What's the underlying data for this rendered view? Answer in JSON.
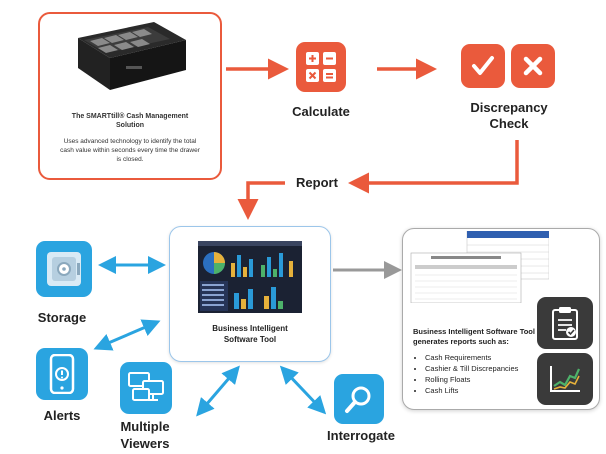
{
  "product": {
    "title": "The SMARTtill® Cash Management Solution",
    "description": "Uses advanced technology to identify the total cash value within seconds every time the drawer is closed."
  },
  "steps": {
    "calculate": "Calculate",
    "discrepancy_check": "Discrepancy Check",
    "report": "Report"
  },
  "hub": {
    "title": "Business Intelligent Software Tool"
  },
  "satellites": {
    "storage": "Storage",
    "alerts": "Alerts",
    "multiple_viewers": "Multiple Viewers",
    "interrogate": "Interrogate"
  },
  "reports": {
    "intro": "Business Intelligent Software Tool generates reports such as:",
    "items": [
      "Cash Requirements",
      "Cashier & Till Discrepancies",
      "Rolling Floats",
      "Cash Lifts"
    ]
  },
  "colors": {
    "accent_orange": "#ea5a3c",
    "accent_blue": "#2aa4e0",
    "connector_gray": "#999999"
  },
  "icons": {
    "cash_drawer": "cash-drawer-icon",
    "calculator": "calculator-icon",
    "check": "check-icon",
    "cross": "cross-icon",
    "safe": "safe-icon",
    "phone_alert": "phone-alert-icon",
    "monitors": "monitors-icon",
    "magnifier": "magnifier-icon",
    "clipboard": "clipboard-icon",
    "trend_chart": "trend-chart-icon"
  }
}
